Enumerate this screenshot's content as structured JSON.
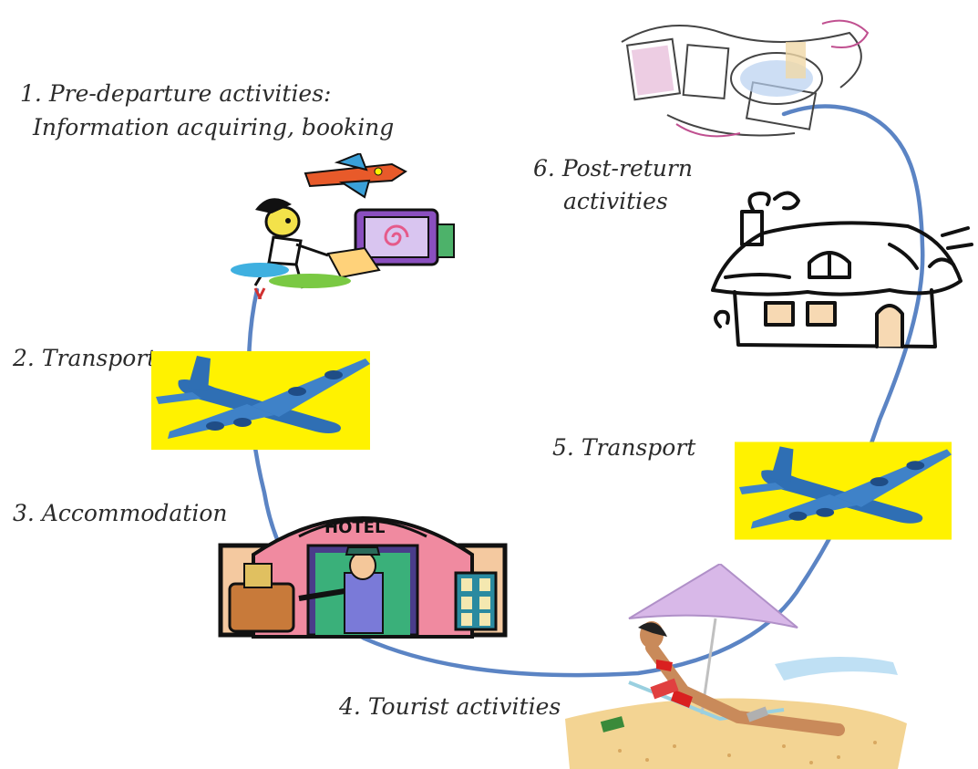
{
  "diagram": {
    "stages": [
      {
        "number": "1.",
        "text": "Pre-departure activities:",
        "subtext": "Information acquiring, booking",
        "icon": "traveler-at-computer-icon"
      },
      {
        "number": "2.",
        "text": "Transport",
        "icon": "airplane-icon"
      },
      {
        "number": "3.",
        "text": "Accommodation",
        "icon": "hotel-icon"
      },
      {
        "number": "4.",
        "text": "Tourist activities",
        "icon": "beach-sunbather-icon"
      },
      {
        "number": "5.",
        "text": "Transport",
        "icon": "airplane-icon"
      },
      {
        "number": "6.",
        "text": "Post-return",
        "subtext": "activities",
        "icon": "house-icon"
      }
    ],
    "post_return_memento_icon": "photos-and-souvenirs-icon",
    "colors": {
      "connector": "#5b84c4",
      "transport_background": "#fff200",
      "airplane": "#2f6fb4",
      "text": "#2b2b2b"
    }
  }
}
